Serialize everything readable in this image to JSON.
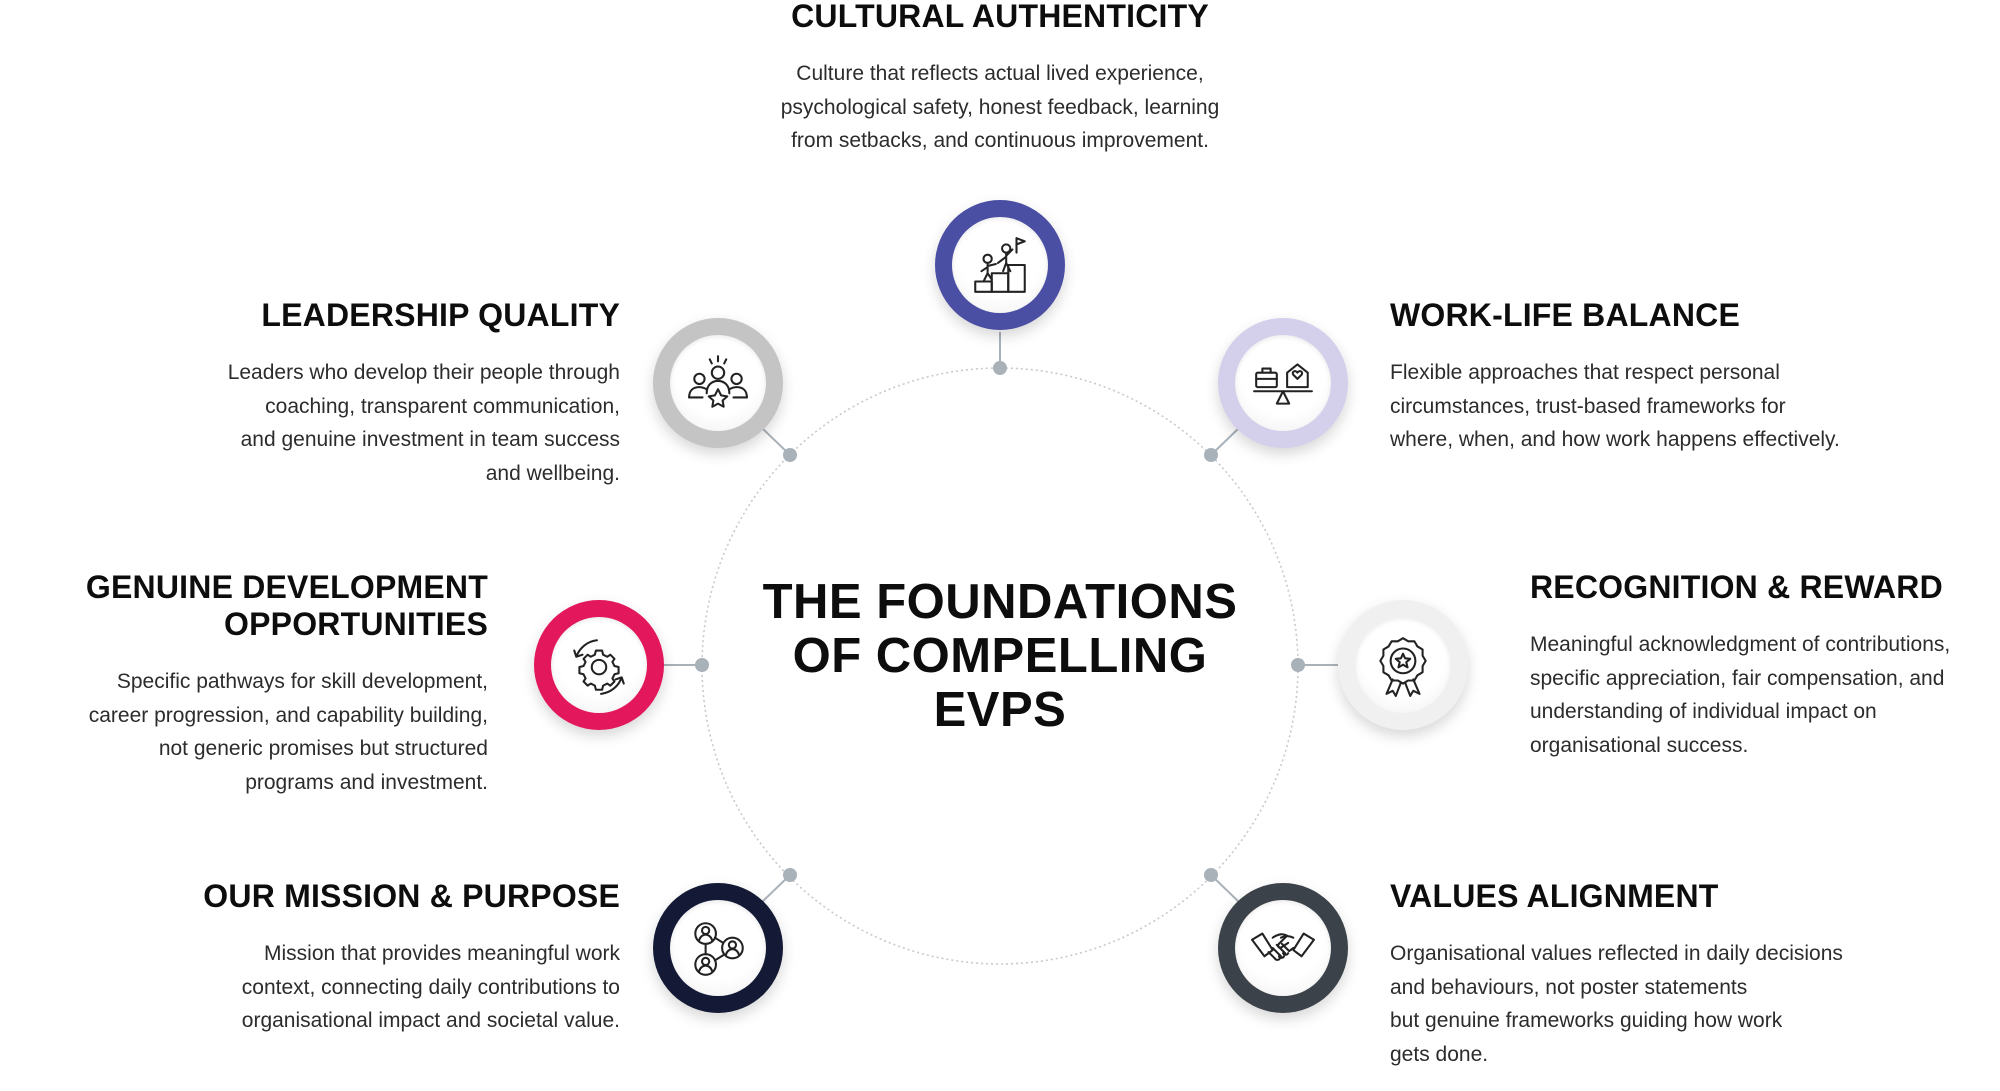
{
  "center": {
    "lines": [
      "THE FOUNDATIONS",
      "OF COMPELLING",
      "EVPS"
    ]
  },
  "colors": {
    "cultural": "#4a4fa3",
    "leadership": "#c4c4c4",
    "worklife": "#d4d0ec",
    "development": "#e3175b",
    "recognition": "#f0f0f0",
    "mission": "#141a36",
    "values": "#3c4249",
    "connector": "#a9b1b9"
  },
  "items": {
    "cultural": {
      "title": "CULTURAL AUTHENTICITY",
      "lines": [
        "Culture that reflects actual lived experience,",
        "psychological safety, honest feedback, learning",
        "from setbacks, and continuous improvement."
      ],
      "icon": "team-climbing-steps-icon"
    },
    "leadership": {
      "title": "LEADERSHIP QUALITY",
      "lines": [
        "Leaders who develop their people through",
        "coaching, transparent communication,",
        "and genuine investment in team success",
        "and wellbeing."
      ],
      "icon": "team-leader-star-icon"
    },
    "worklife": {
      "title": "WORK-LIFE BALANCE",
      "lines": [
        "Flexible approaches that respect personal",
        "circumstances, trust-based frameworks for",
        "where, when, and how work happens effectively."
      ],
      "icon": "briefcase-home-balance-icon"
    },
    "development": {
      "title_lines": [
        "GENUINE DEVELOPMENT",
        "OPPORTUNITIES"
      ],
      "lines": [
        "Specific pathways for skill development,",
        "career progression, and capability building,",
        "not generic promises but structured",
        "programs and investment."
      ],
      "icon": "gear-cycle-icon"
    },
    "recognition": {
      "title": "RECOGNITION & REWARD",
      "lines": [
        "Meaningful acknowledgment of contributions,",
        "specific appreciation, fair compensation, and",
        "understanding of individual impact on",
        "organisational success."
      ],
      "icon": "award-badge-icon"
    },
    "mission": {
      "title": "OUR MISSION & PURPOSE",
      "lines": [
        "Mission that provides meaningful work",
        "context, connecting daily contributions to",
        "organisational impact and societal value."
      ],
      "icon": "people-network-icon"
    },
    "values": {
      "title": "VALUES ALIGNMENT",
      "lines": [
        "Organisational values reflected in daily decisions",
        "and behaviours, not poster statements",
        "but genuine frameworks guiding how work",
        "gets done."
      ],
      "icon": "handshake-icon"
    }
  }
}
